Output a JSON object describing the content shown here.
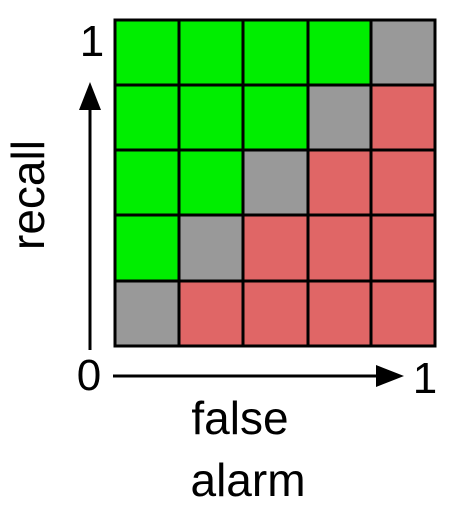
{
  "diagram": {
    "y_axis": {
      "label": "recall",
      "top_tick": "1",
      "origin_tick": "0"
    },
    "x_axis": {
      "label_line1": "false",
      "label_line2": "alarm",
      "right_tick": "1"
    },
    "grid": {
      "rows": 5,
      "cols": 5,
      "cells": [
        [
          "green",
          "green",
          "green",
          "green",
          "gray"
        ],
        [
          "green",
          "green",
          "green",
          "gray",
          "red"
        ],
        [
          "green",
          "green",
          "gray",
          "red",
          "red"
        ],
        [
          "green",
          "gray",
          "red",
          "red",
          "red"
        ],
        [
          "gray",
          "red",
          "red",
          "red",
          "red"
        ]
      ]
    },
    "colors": {
      "green": "#00ee00",
      "gray": "#999999",
      "red": "#e06666",
      "grid_line": "#000000",
      "axis": "#000000"
    }
  }
}
